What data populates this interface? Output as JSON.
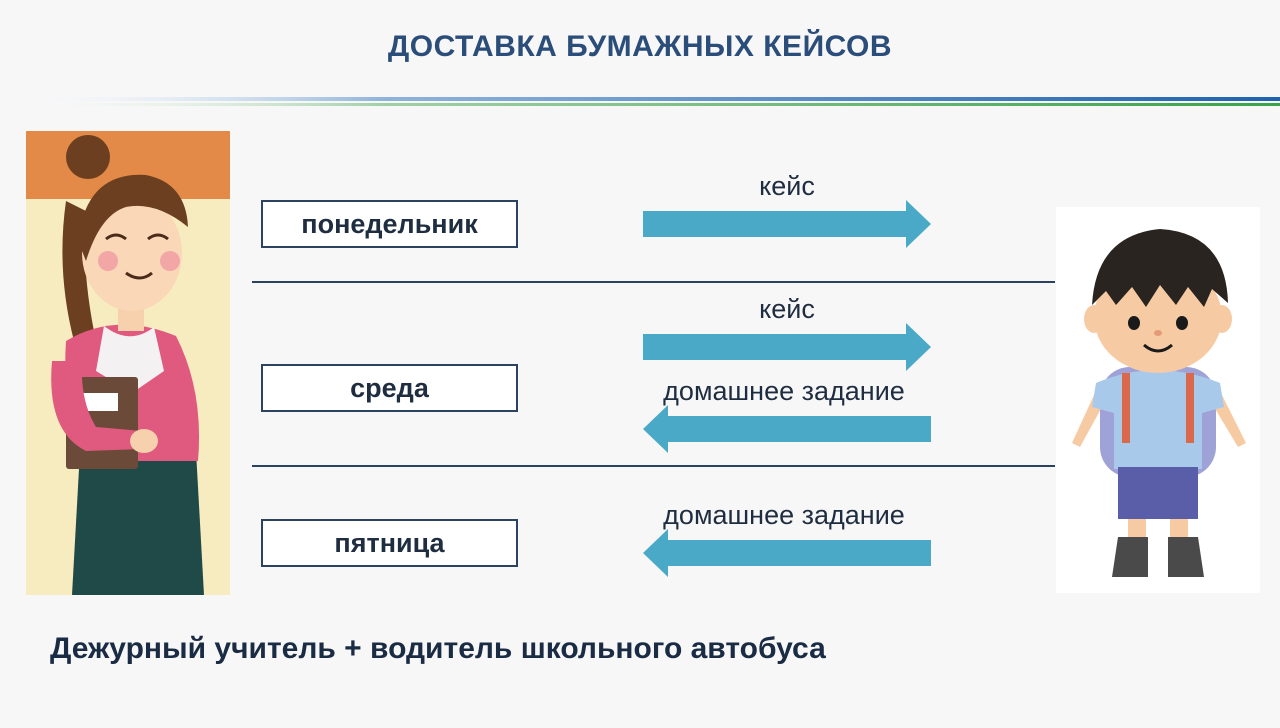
{
  "title": "ДОСТАВКА БУМАЖНЫХ КЕЙСОВ",
  "days": {
    "monday": "понедельник",
    "wednesday": "среда",
    "friday": "пятница"
  },
  "flows": {
    "monday_case": "кейс",
    "wednesday_case": "кейс",
    "wednesday_homework": "домашнее задание",
    "friday_homework": "домашнее задание"
  },
  "footer": "Дежурный учитель + водитель школьного автобуса",
  "colors": {
    "title": "#2b4d79",
    "arrow": "#4ba9c8",
    "band_blue": "#1f62b0",
    "band_green": "#3aa34a"
  }
}
